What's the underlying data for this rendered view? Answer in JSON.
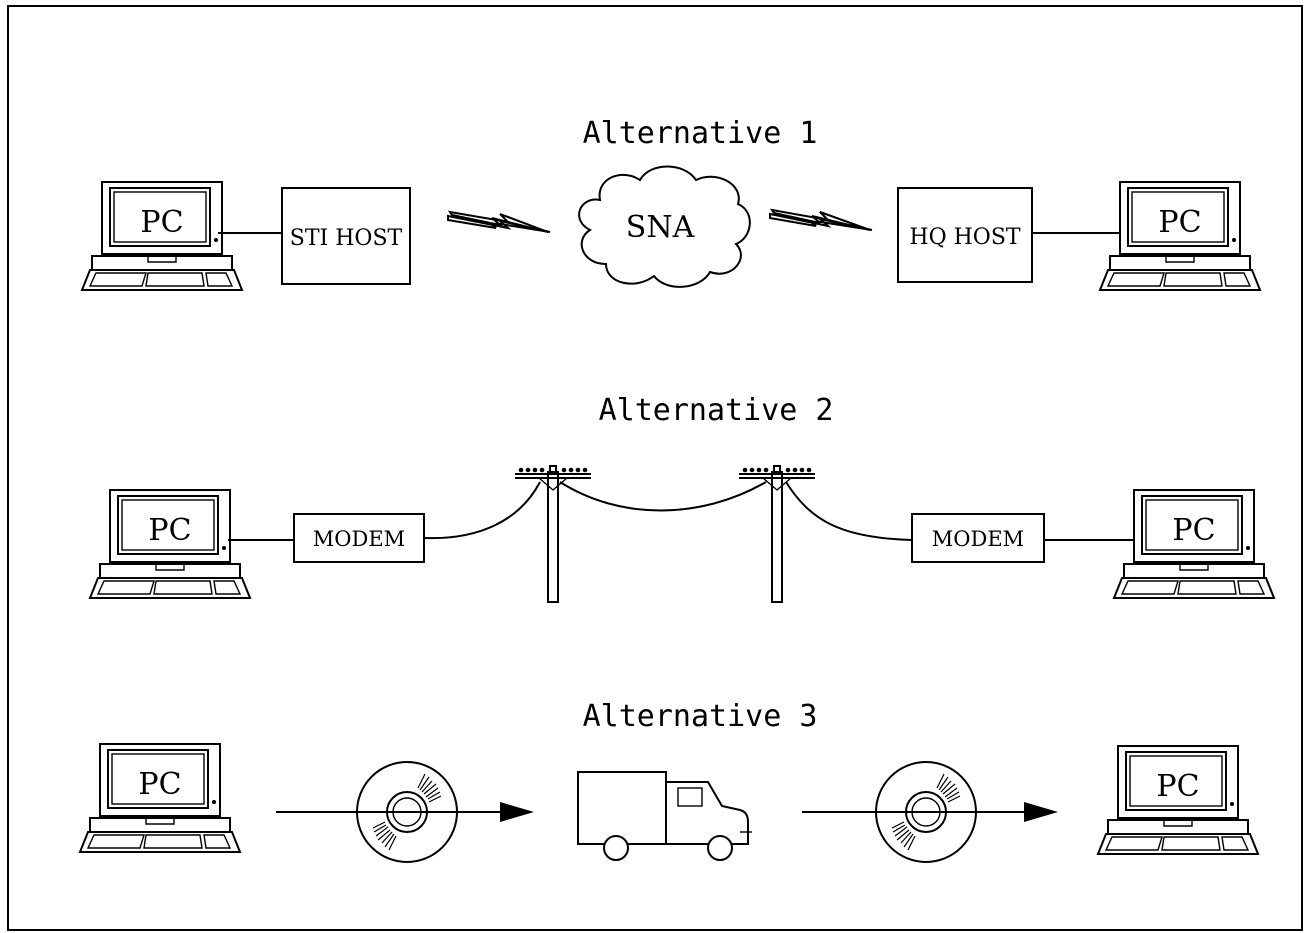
{
  "alternative_1": {
    "title": "Alternative 1",
    "left_pc": "PC",
    "left_host": "STI HOST",
    "network": "SNA",
    "right_host": "HQ HOST",
    "right_pc": "PC"
  },
  "alternative_2": {
    "title": "Alternative 2",
    "left_pc": "PC",
    "left_modem": "MODEM",
    "right_modem": "MODEM",
    "right_pc": "PC"
  },
  "alternative_3": {
    "title": "Alternative 3",
    "left_pc": "PC",
    "right_pc": "PC"
  }
}
